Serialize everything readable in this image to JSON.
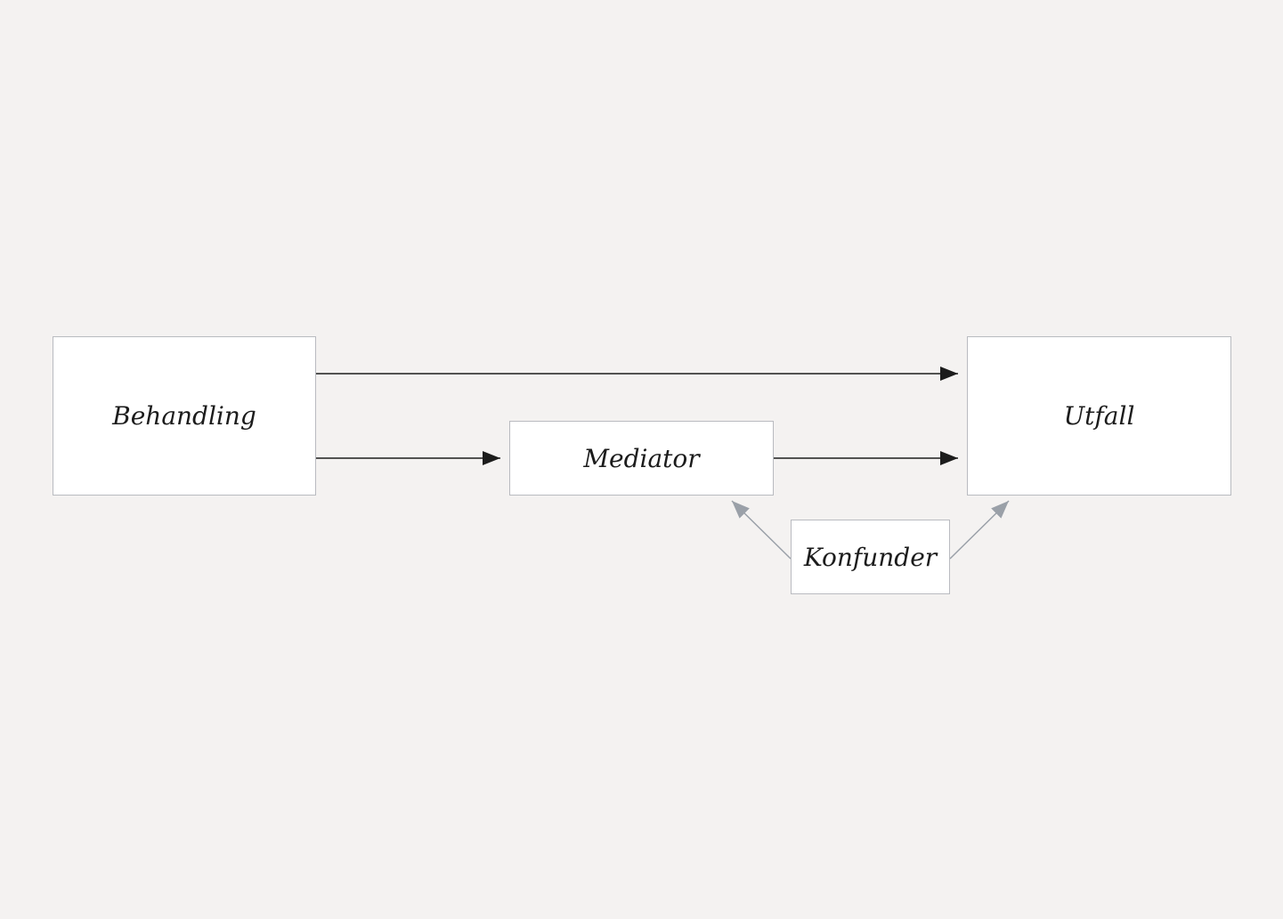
{
  "diagram": {
    "nodes": {
      "behandling": "Behandling",
      "mediator": "Mediator",
      "utfall": "Utfall",
      "konfunder": "Konfunder"
    },
    "edges": [
      {
        "from": "Behandling",
        "to": "Utfall"
      },
      {
        "from": "Behandling",
        "to": "Mediator"
      },
      {
        "from": "Mediator",
        "to": "Utfall"
      },
      {
        "from": "Konfunder",
        "to": "Mediator"
      },
      {
        "from": "Konfunder",
        "to": "Utfall"
      }
    ],
    "colors": {
      "background": "#f4f2f1",
      "node_fill": "#ffffff",
      "node_border": "#b9bbc0",
      "main_arrow": "#1c1c1c",
      "confounder_arrow": "#9aa0a8"
    }
  }
}
